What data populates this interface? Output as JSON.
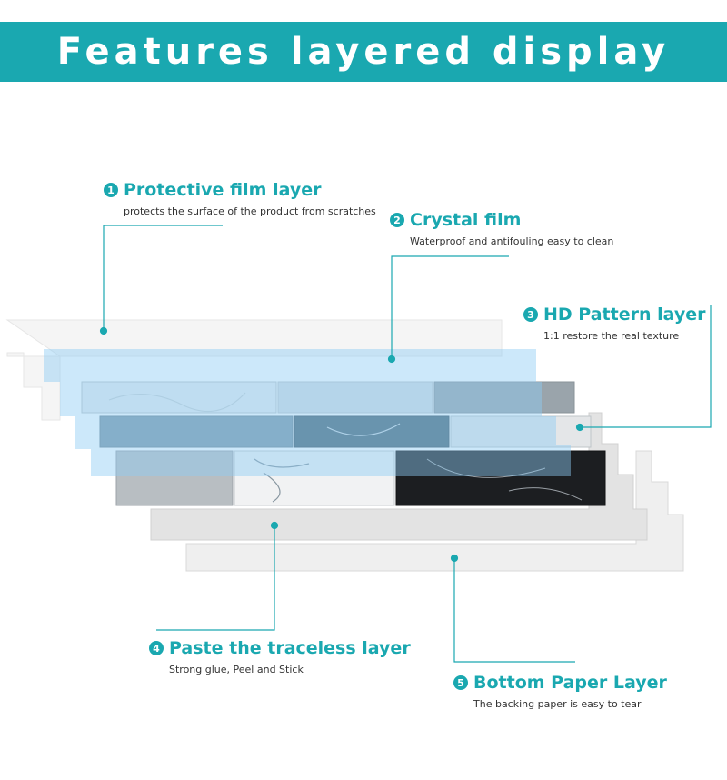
{
  "header": {
    "title": "Features layered display"
  },
  "layers": [
    {
      "num": "1",
      "title": "Protective film layer",
      "desc": "protects the surface of the product from scratches"
    },
    {
      "num": "2",
      "title": "Crystal film",
      "desc": "Waterproof and antifouling easy to clean"
    },
    {
      "num": "3",
      "title": "HD Pattern layer",
      "desc": "1:1 restore the real texture"
    },
    {
      "num": "4",
      "title": "Paste the traceless layer",
      "desc": "Strong glue, Peel and Stick"
    },
    {
      "num": "5",
      "title": "Bottom Paper Layer",
      "desc": "The backing paper is easy to tear"
    }
  ],
  "colors": {
    "accent": "#1aa8b0",
    "crystal": "#8fcdf5",
    "paper": "#ececec"
  }
}
